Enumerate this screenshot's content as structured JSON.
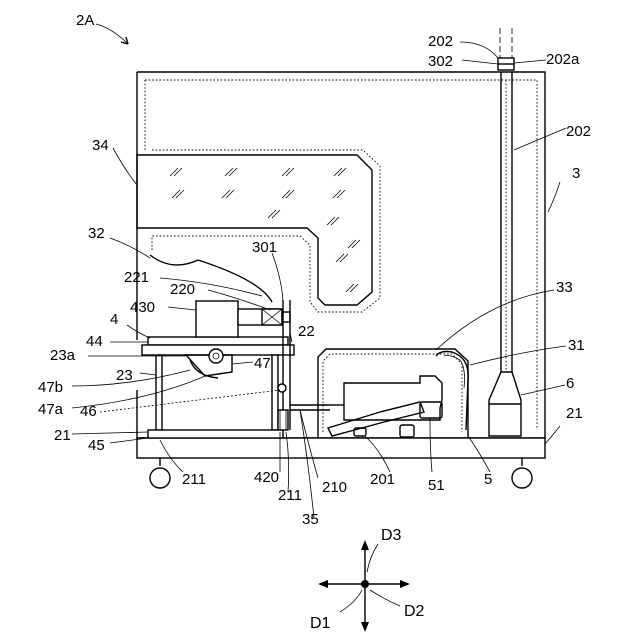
{
  "figure": {
    "title": "2A",
    "labels": {
      "l202_top": "202",
      "l302": "302",
      "l202a": "202a",
      "l202_right": "202",
      "l34": "34",
      "l3": "3",
      "l32": "32",
      "l301": "301",
      "l221": "221",
      "l220": "220",
      "l430": "430",
      "l4": "4",
      "l22": "22",
      "l33": "33",
      "l31": "31",
      "l44": "44",
      "l23a": "23a",
      "l47": "47",
      "l6": "6",
      "l23": "23",
      "l47b": "47b",
      "l47a": "47a",
      "l46": "46",
      "l21_left": "21",
      "l21_right": "21",
      "l45": "45",
      "l211_left": "211",
      "l420": "420",
      "l211_mid": "211",
      "l210": "210",
      "l201": "201",
      "l51": "51",
      "l5": "5",
      "l35": "35"
    },
    "axes": {
      "d3": "D3",
      "d1": "D1",
      "d2": "D2"
    }
  }
}
